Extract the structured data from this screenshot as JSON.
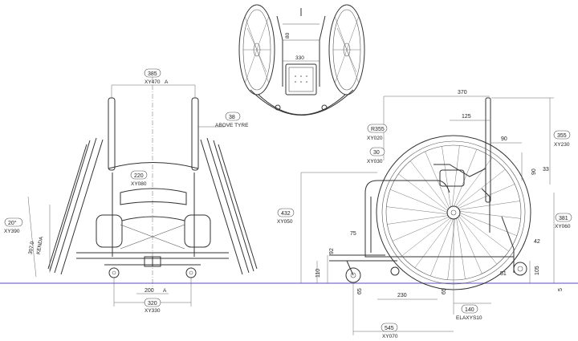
{
  "top_view": {
    "width_330": "330",
    "seat_80": "80"
  },
  "front_view": {
    "top_width": "385",
    "top_width_code": "XY470",
    "top_width_marker": "A",
    "camber_offset": "38",
    "camber_offset_note": "ABOVE TYRE",
    "seat_width": "220",
    "seat_width_code": "XY080",
    "camber_angle": "20°",
    "camber_code": "XY390",
    "rim_diam": "307.0",
    "rim_note": "KENDA",
    "front_width": "200",
    "front_width_marker": "A",
    "base_width": "320",
    "base_width_code": "XY330"
  },
  "side_view": {
    "length_370": "370",
    "dim_125": "125",
    "radius": "R355",
    "radius_code": "XY020",
    "dim_30": "30",
    "dim_30_code": "XY030",
    "dim_90a": "90",
    "dim_90b": "90",
    "dim_33": "33",
    "back_height": "355",
    "back_height_code": "XY230",
    "seat_height": "432",
    "seat_height_code": "XY050",
    "rear_height": "381",
    "rear_height_code": "XY060",
    "dim_75": "75",
    "dim_92": "92",
    "dim_110": "110",
    "dim_42": "42",
    "dim_51": "51",
    "dim_105": "105",
    "dim_65a": "65",
    "dim_65b": "65",
    "dim_230": "230",
    "dim_5": "5",
    "dim_140": "140",
    "dim_140_code": "ELAXYS10",
    "overall_length": "545",
    "overall_length_code": "XY070"
  }
}
